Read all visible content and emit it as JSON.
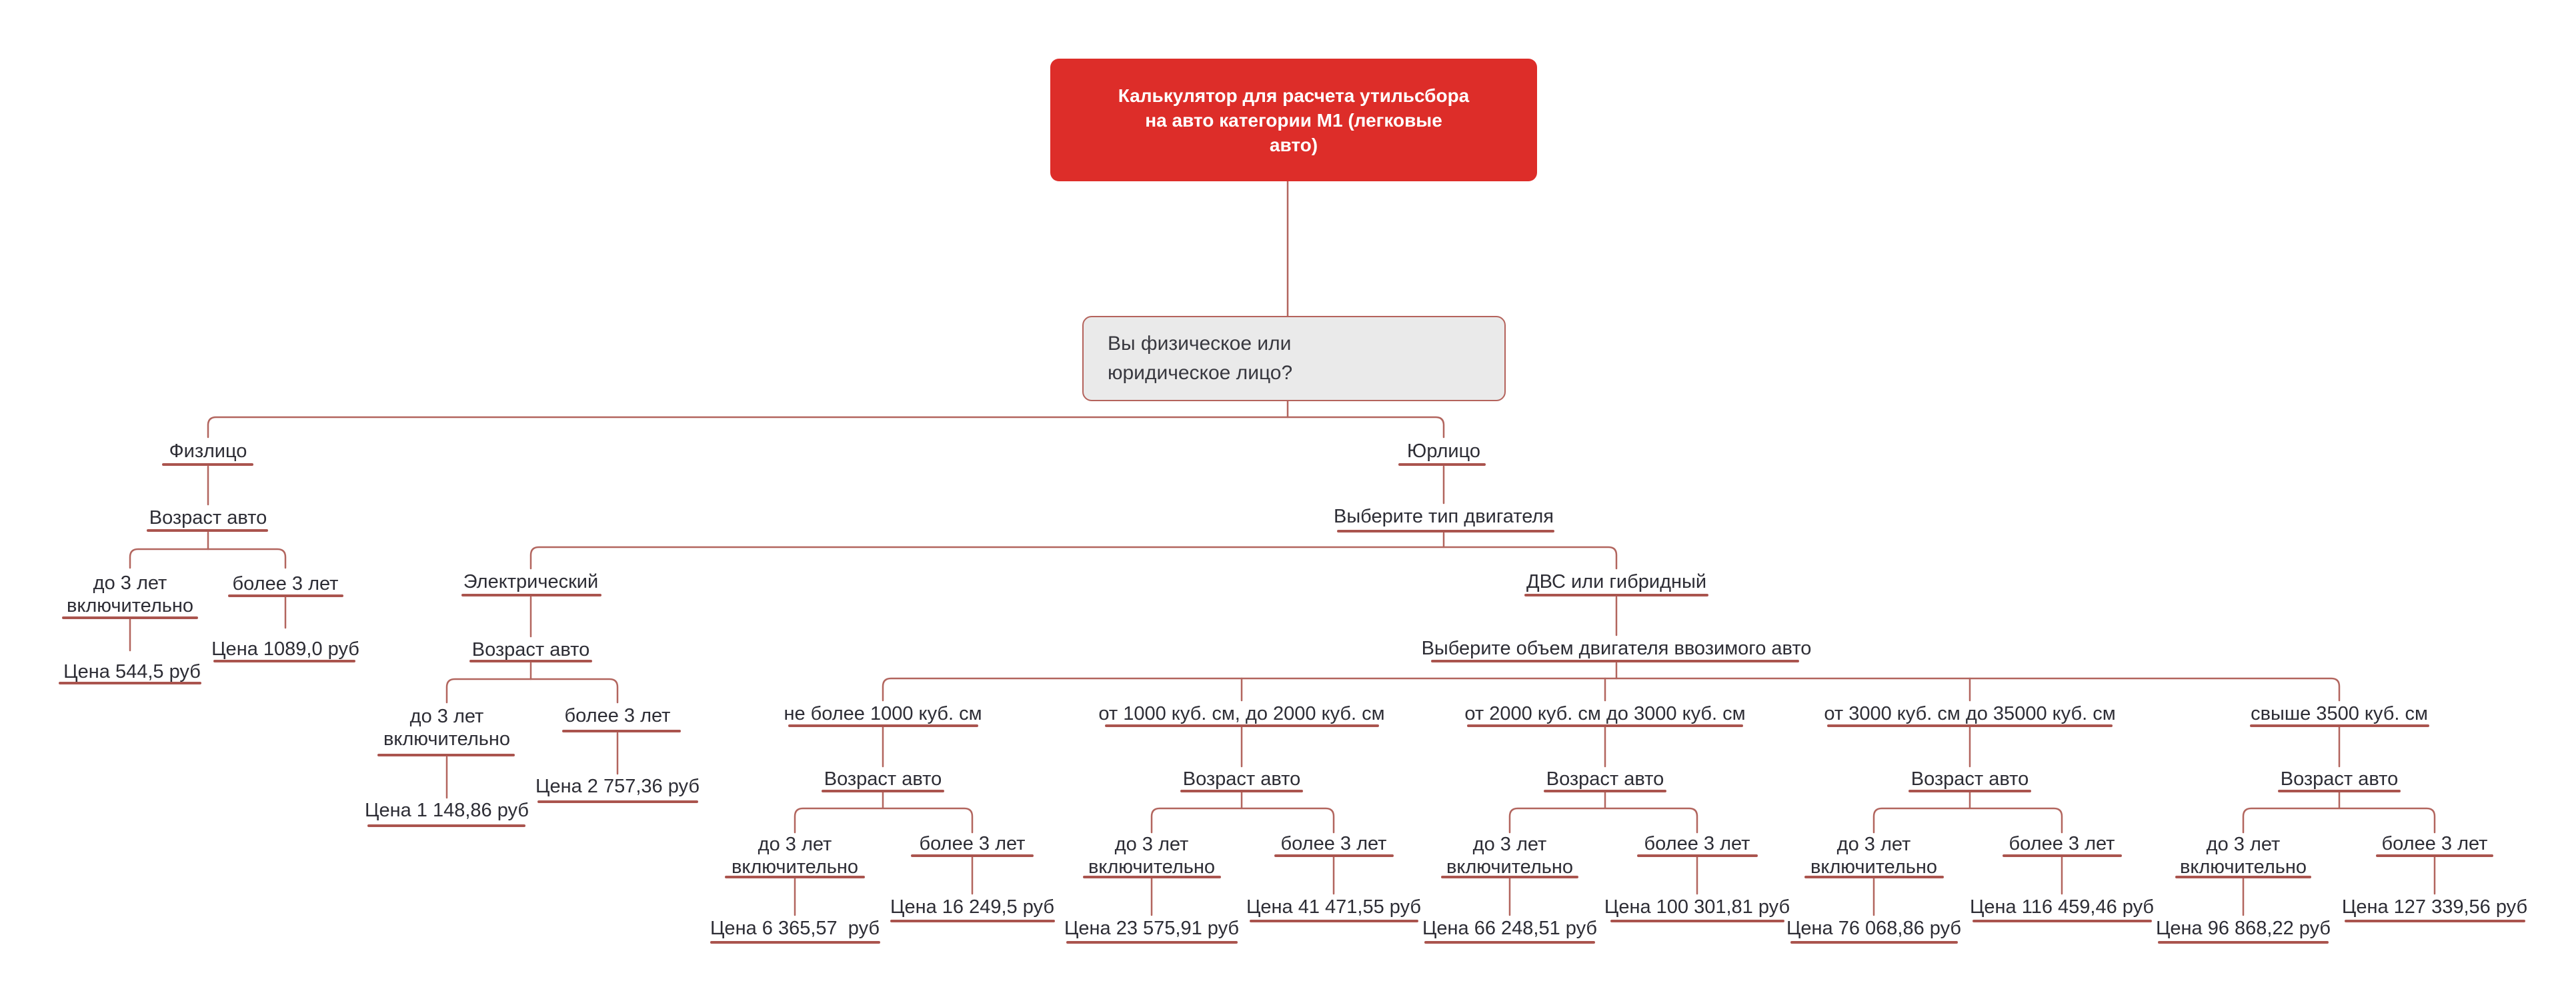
{
  "colors": {
    "root_fill": "#dd2d29",
    "root_text": "#ffffff",
    "question_fill": "#eaeaea",
    "connector_line": "#b2655e",
    "underline": "#aa544e",
    "label_text": "#2d2d35"
  },
  "root": {
    "title_lines": [
      "Калькулятор для расчета утильсбора",
      "на авто категории М1 (легковые",
      "авто)"
    ]
  },
  "question": {
    "text": "Вы физическое или юридическое лицо?"
  },
  "branches": {
    "individual": {
      "label": "Физлицо",
      "age_label": "Возраст авто",
      "young": {
        "label": "до 3 лет включительно",
        "price": "Цена 544,5 руб"
      },
      "old": {
        "label": "более 3 лет",
        "price": "Цена 1089,0 руб"
      }
    },
    "legal": {
      "label": "Юрлицо",
      "engine_label": "Выберите тип двигателя",
      "electric": {
        "label": "Электрический",
        "age_label": "Возраст авто",
        "young": {
          "label": "до 3 лет включительно",
          "price": "Цена 1 148,86 руб"
        },
        "old": {
          "label": "более 3 лет",
          "price": "Цена 2 757,36 руб"
        }
      },
      "ice": {
        "label": "ДВС или гибридный",
        "volume_label": "Выберите объем двигателя ввозимого авто",
        "volumes": [
          {
            "label": "не более 1000 куб. см",
            "age_label": "Возраст авто",
            "young": {
              "label": "до 3 лет включительно",
              "price": "Цена 6 365,57  руб"
            },
            "old": {
              "label": "более 3 лет",
              "price": "Цена 16 249,5 руб"
            }
          },
          {
            "label": "от 1000 куб. см, до 2000 куб. см",
            "age_label": "Возраст авто",
            "young": {
              "label": "до 3 лет включительно",
              "price": "Цена 23 575,91 руб"
            },
            "old": {
              "label": "более 3 лет",
              "price": "Цена 41 471,55 руб"
            }
          },
          {
            "label": "от 2000 куб. см до 3000 куб. см",
            "age_label": "Возраст авто",
            "young": {
              "label": "до 3 лет включительно",
              "price": "Цена 66 248,51 руб"
            },
            "old": {
              "label": "более 3 лет",
              "price": "Цена 100 301,81 руб"
            }
          },
          {
            "label": "от 3000 куб. см до 35000 куб. см",
            "age_label": "Возраст авто",
            "young": {
              "label": "до 3 лет включительно",
              "price": "Цена 76 068,86 руб"
            },
            "old": {
              "label": "более 3 лет",
              "price": "Цена 116 459,46 руб"
            }
          },
          {
            "label": "свыше 3500 куб. см",
            "age_label": "Возраст авто",
            "young": {
              "label": "до 3 лет включительно",
              "price": "Цена 96 868,22 руб"
            },
            "old": {
              "label": "более 3 лет",
              "price": "Цена 127 339,56 руб"
            }
          }
        ]
      }
    }
  }
}
